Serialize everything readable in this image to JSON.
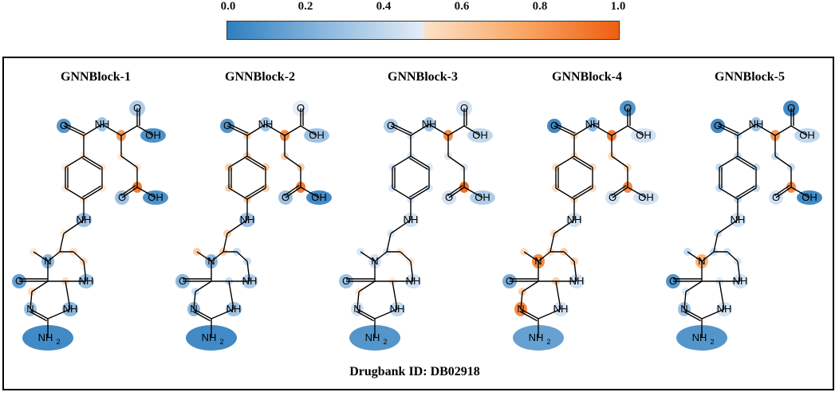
{
  "colorbar": {
    "ticks": [
      "0.0",
      "0.2",
      "0.4",
      "0.6",
      "0.8",
      "1.0"
    ],
    "colors": {
      "low": "#2f7fbf",
      "mid_low": "#e4ecf7",
      "mid_high": "#fde1c7",
      "high": "#ee5f12"
    }
  },
  "panels": [
    {
      "title": "GNNBlock-1",
      "weights": {
        "nh2": 0.05,
        "oh_top": 0.08,
        "o_top": 0.35,
        "n_amide": 0.3,
        "o_amide": 0.1,
        "oh_bot": 0.08,
        "o_bot": 0.3,
        "c_top": 0.8,
        "c_bot": 0.9,
        "n_ring": 0.25,
        "o_ring": 0.15,
        "n_low": 0.3,
        "nh_low": 0.25,
        "nh_ring": 0.3,
        "nh_link": 0.3
      }
    },
    {
      "title": "GNNBlock-2",
      "weights": {
        "nh2": 0.05,
        "oh_top": 0.3,
        "o_top": 0.5,
        "n_amide": 0.3,
        "o_amide": 0.1,
        "oh_bot": 0.05,
        "o_bot": 0.3,
        "c_top": 0.85,
        "c_bot": 0.9,
        "n_ring": 0.25,
        "o_ring": 0.25,
        "n_low": 0.25,
        "nh_low": 0.3,
        "nh_ring": 0.35,
        "nh_link": 0.3
      }
    },
    {
      "title": "GNNBlock-3",
      "weights": {
        "nh2": 0.1,
        "oh_top": 0.4,
        "o_top": 0.45,
        "n_amide": 0.3,
        "o_amide": 0.35,
        "oh_bot": 0.35,
        "o_bot": 0.45,
        "c_top": 0.85,
        "c_bot": 0.95,
        "n_ring": 0.45,
        "o_ring": 0.3,
        "n_low": 0.45,
        "nh_low": 0.4,
        "nh_ring": 0.45,
        "nh_link": 0.45
      }
    },
    {
      "title": "GNNBlock-4",
      "weights": {
        "nh2": 0.15,
        "oh_top": 0.45,
        "o_top": 0.1,
        "n_amide": 0.25,
        "o_amide": 0.05,
        "oh_bot": 0.45,
        "o_bot": 0.45,
        "c_top": 0.9,
        "c_bot": 0.85,
        "n_ring": 0.85,
        "o_ring": 0.2,
        "n_low": 0.85,
        "nh_low": 0.45,
        "nh_ring": 0.45,
        "nh_link": 0.45
      }
    },
    {
      "title": "GNNBlock-5",
      "weights": {
        "nh2": 0.1,
        "oh_top": 0.4,
        "o_top": 0.05,
        "n_amide": 0.3,
        "o_amide": 0.05,
        "oh_bot": 0.05,
        "o_bot": 0.45,
        "c_top": 0.8,
        "c_bot": 0.85,
        "n_ring": 0.7,
        "o_ring": 0.1,
        "n_low": 0.3,
        "nh_low": 0.45,
        "nh_ring": 0.45,
        "nh_link": 0.45
      }
    }
  ],
  "footer": "Drugbank ID: DB02918",
  "atom_labels": {
    "o": "O",
    "oh": "OH",
    "nh": "NH",
    "n": "N",
    "nh2_main": "NH",
    "nh2_sub": "2"
  }
}
